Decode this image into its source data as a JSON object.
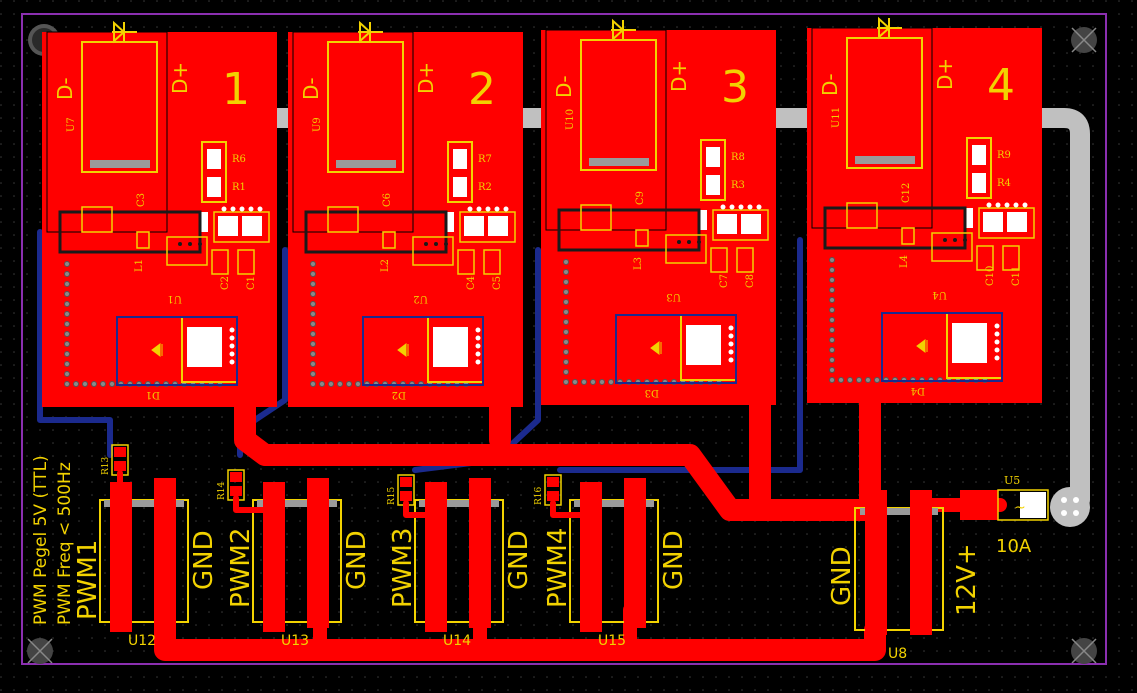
{
  "board": {
    "outline_color": "#8b2fb0",
    "copper_color": "#ff0000",
    "silk_color": "#f2d200",
    "bottom_copper_color": "#1b2a8e"
  },
  "modules": [
    {
      "number": "1",
      "u": "U7",
      "r_top": "R6",
      "r_bot": "R1",
      "cap_a": "C2",
      "cap_b": "C1",
      "l": "L1",
      "c_mid": "C3",
      "u_small": "U1",
      "d": "D1",
      "d_minus": "D-",
      "d_plus": "D+"
    },
    {
      "number": "2",
      "u": "U9",
      "r_top": "R7",
      "r_bot": "R2",
      "cap_a": "C4",
      "cap_b": "C5",
      "l": "L2",
      "c_mid": "C6",
      "u_small": "U2",
      "d": "D2",
      "d_minus": "D-",
      "d_plus": "D+"
    },
    {
      "number": "3",
      "u": "U10",
      "r_top": "R8",
      "r_bot": "R3",
      "cap_a": "C7",
      "cap_b": "C8",
      "l": "L3",
      "c_mid": "C9",
      "u_small": "U3",
      "d": "D3",
      "d_minus": "D-",
      "d_plus": "D+"
    },
    {
      "number": "4",
      "u": "U11",
      "r_top": "R9",
      "r_bot": "R4",
      "cap_a": "C10",
      "cap_b": "C11",
      "l": "L4",
      "c_mid": "C12",
      "u_small": "U4",
      "d": "D4",
      "d_minus": "D-",
      "d_plus": "D+"
    }
  ],
  "connectors": [
    {
      "name": "U12",
      "signal": "PWM1",
      "gnd": "GND",
      "resistor": "R13"
    },
    {
      "name": "U13",
      "signal": "PWM2",
      "gnd": "GND",
      "resistor": "R14"
    },
    {
      "name": "U14",
      "signal": "PWM3",
      "gnd": "GND",
      "resistor": "R15"
    },
    {
      "name": "U15",
      "signal": "PWM4",
      "gnd": "GND",
      "resistor": "R16"
    }
  ],
  "power": {
    "connector": "U8",
    "gnd": "GND",
    "vplus": "12V+",
    "fuse": "U5",
    "fuse_rating": "10A"
  },
  "notes": {
    "line1": "PWM Pegel 5V (TTL)",
    "line2": "PWM Freq < 500Hz"
  }
}
